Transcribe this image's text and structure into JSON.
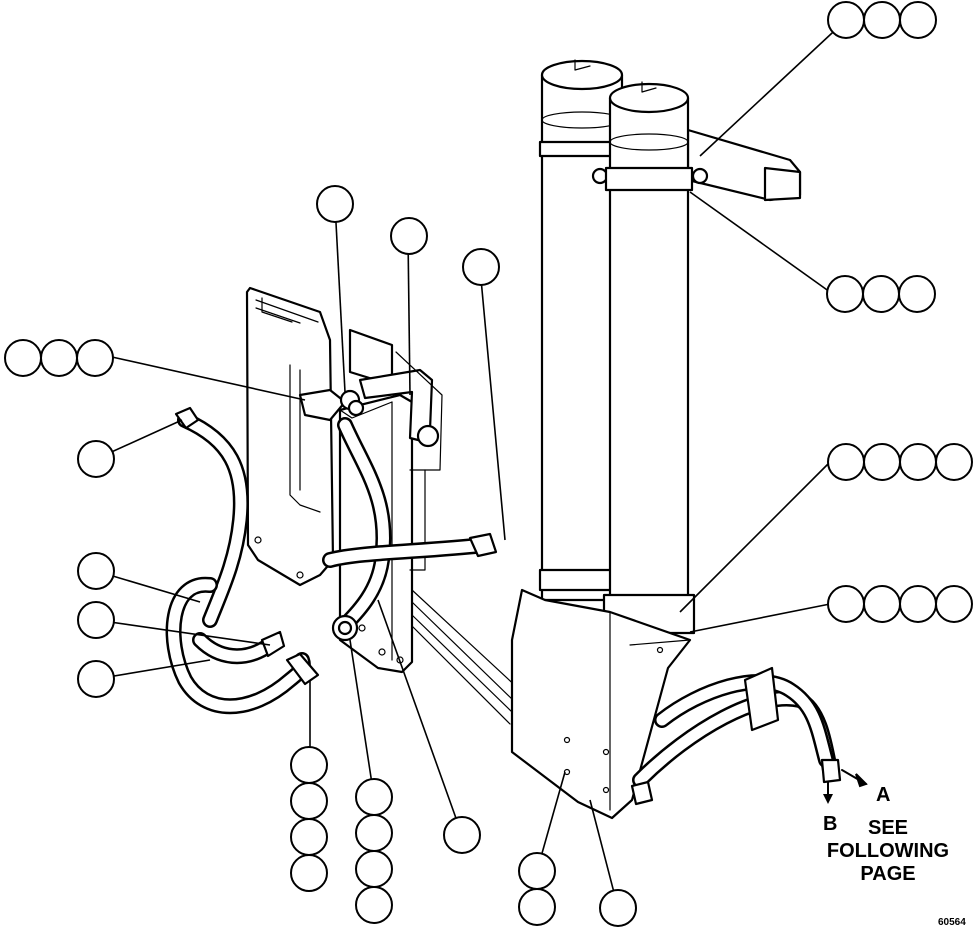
{
  "figure": {
    "see_note": [
      "SEE",
      "FOLLOWING",
      "PAGE"
    ],
    "arrow_labels": {
      "a": "A",
      "b": "B"
    },
    "figure_number": "60564"
  },
  "callout_groups": [
    {
      "name": "callout-group-top-right",
      "count": 3
    },
    {
      "name": "callout-group-right-upper",
      "count": 3
    },
    {
      "name": "callout-group-right-middle",
      "count": 4
    },
    {
      "name": "callout-group-right-lower",
      "count": 4
    },
    {
      "name": "callout-group-left-top",
      "count": 3
    },
    {
      "name": "callout-left-hose-1",
      "count": 1
    },
    {
      "name": "callout-left-hose-2",
      "count": 1
    },
    {
      "name": "callout-left-hose-3",
      "count": 1
    },
    {
      "name": "callout-left-hose-4",
      "count": 1
    },
    {
      "name": "callout-bracket-top",
      "count": 1
    },
    {
      "name": "callout-tube-top",
      "count": 1
    },
    {
      "name": "callout-fitting-right",
      "count": 1
    },
    {
      "name": "callout-stack-left",
      "count": 4
    },
    {
      "name": "callout-stack-middle",
      "count": 4
    },
    {
      "name": "callout-hose-middle",
      "count": 1
    },
    {
      "name": "callout-stack-bottom-left",
      "count": 2
    },
    {
      "name": "callout-bottom-right",
      "count": 1
    }
  ]
}
